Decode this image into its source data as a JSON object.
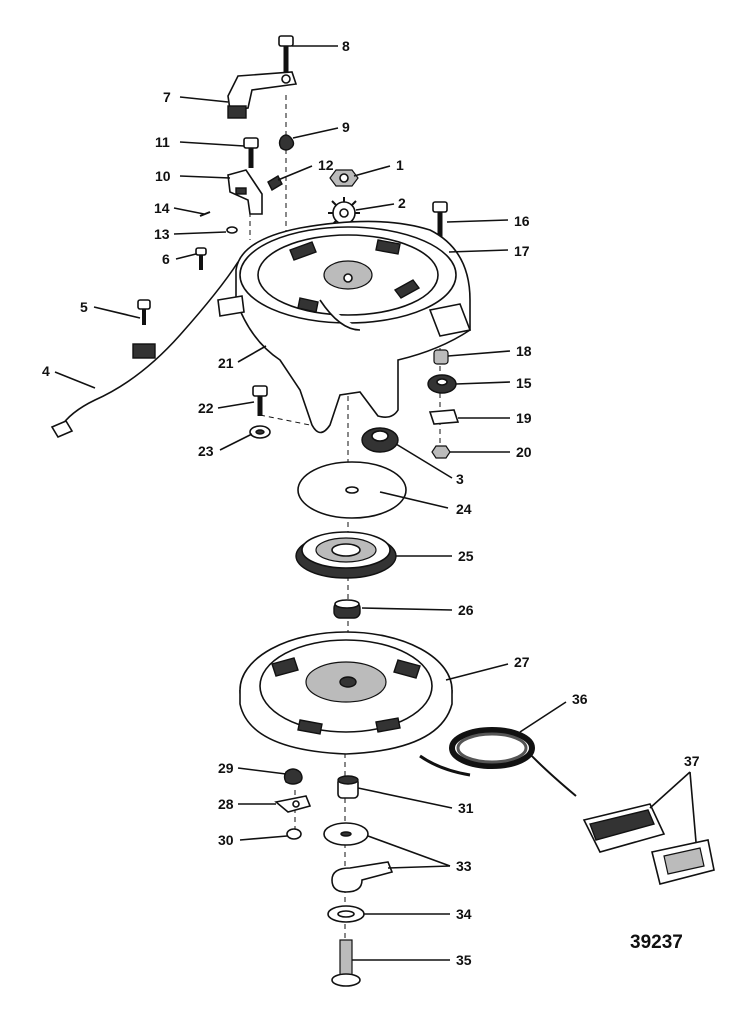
{
  "figure_number": "39237",
  "callouts": [
    {
      "id": "1",
      "label": "1"
    },
    {
      "id": "2",
      "label": "2"
    },
    {
      "id": "3",
      "label": "3"
    },
    {
      "id": "4",
      "label": "4"
    },
    {
      "id": "5",
      "label": "5"
    },
    {
      "id": "6",
      "label": "6"
    },
    {
      "id": "7",
      "label": "7"
    },
    {
      "id": "8",
      "label": "8"
    },
    {
      "id": "9",
      "label": "9"
    },
    {
      "id": "10",
      "label": "10"
    },
    {
      "id": "11",
      "label": "11"
    },
    {
      "id": "12",
      "label": "12"
    },
    {
      "id": "13",
      "label": "13"
    },
    {
      "id": "14",
      "label": "14"
    },
    {
      "id": "15",
      "label": "15"
    },
    {
      "id": "16",
      "label": "16"
    },
    {
      "id": "17",
      "label": "17"
    },
    {
      "id": "18",
      "label": "18"
    },
    {
      "id": "19",
      "label": "19"
    },
    {
      "id": "20",
      "label": "20"
    },
    {
      "id": "21",
      "label": "21"
    },
    {
      "id": "22",
      "label": "22"
    },
    {
      "id": "23",
      "label": "23"
    },
    {
      "id": "24",
      "label": "24"
    },
    {
      "id": "25",
      "label": "25"
    },
    {
      "id": "26",
      "label": "26"
    },
    {
      "id": "27",
      "label": "27"
    },
    {
      "id": "28",
      "label": "28"
    },
    {
      "id": "29",
      "label": "29"
    },
    {
      "id": "30",
      "label": "30"
    },
    {
      "id": "31",
      "label": "31"
    },
    {
      "id": "33",
      "label": "33"
    },
    {
      "id": "34",
      "label": "34"
    },
    {
      "id": "35",
      "label": "35"
    },
    {
      "id": "36",
      "label": "36"
    },
    {
      "id": "37",
      "label": "37"
    }
  ]
}
